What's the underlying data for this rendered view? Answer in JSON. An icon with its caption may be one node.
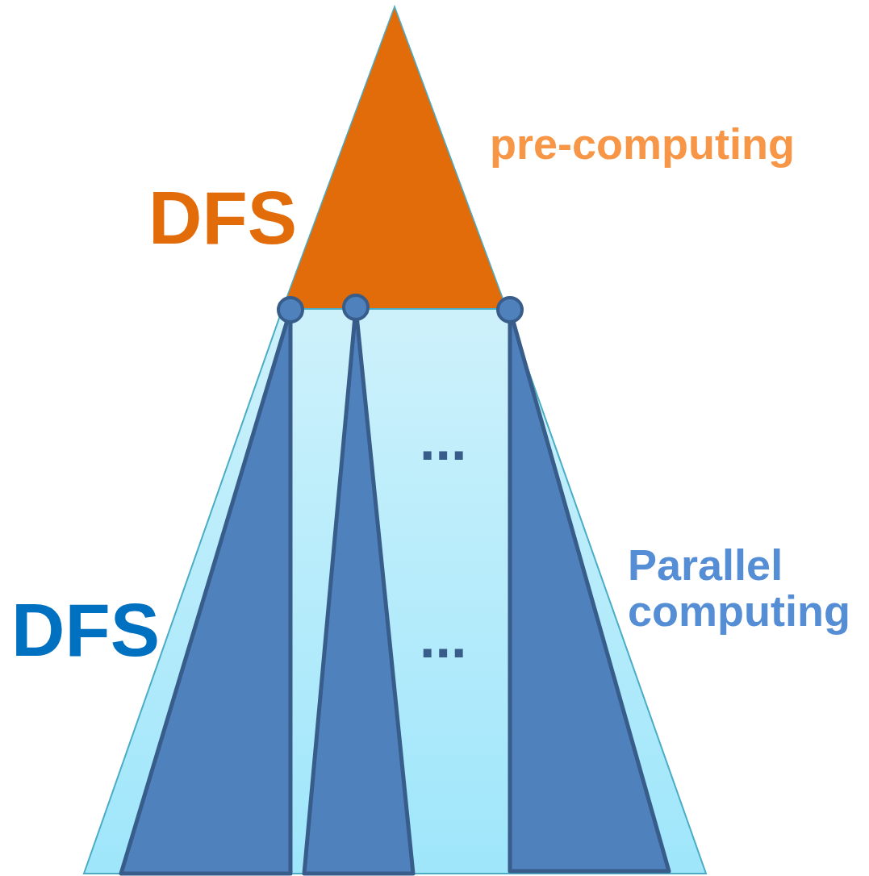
{
  "diagram": {
    "labels": [
      "pre-computing",
      "DFS",
      "...",
      "Parallel computing",
      "DFS",
      "..."
    ]
  }
}
